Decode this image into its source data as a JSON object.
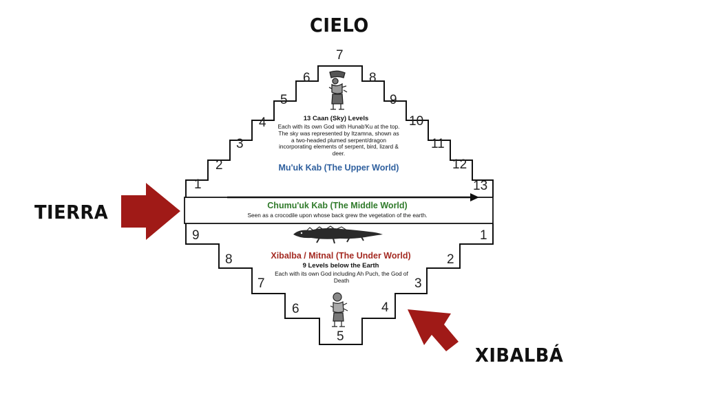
{
  "labels": {
    "cielo": "CIELO",
    "tierra": "TIERRA",
    "xibalba": "XIBALBÁ"
  },
  "sky": {
    "levels": [
      "1",
      "2",
      "3",
      "4",
      "5",
      "6",
      "7",
      "8",
      "9",
      "10",
      "11",
      "12",
      "13"
    ],
    "title": "13 Caan (Sky) Levels",
    "description": "Each with its own God with Hunab'Ku at the top. The sky was represented by Itzamna, shown as a two-headed plumed serpent/dragon incorporating elements of serpent, bird, lizard & deer.",
    "world_name": "Mu'uk Kab (The Upper World)"
  },
  "middle": {
    "world_name": "Chumu'uk Kab (The Middle World)",
    "description": "Seen as a crocodile upon whose back grew the vegetation of the earth."
  },
  "under": {
    "levels": [
      "1",
      "2",
      "3",
      "4",
      "5",
      "6",
      "7",
      "8",
      "9"
    ],
    "world_name": "Xibalba / Mitnal (The Under World)",
    "title": "9 Levels below the Earth",
    "description": "Each with its own God including Ah Puch, the God of Death"
  },
  "colors": {
    "upper_world": "#2e5f9e",
    "middle_world": "#2f7a2a",
    "under_world": "#a42a22",
    "arrow": "#a01a17"
  },
  "icons": {
    "sky_god": "sky-god-glyph-icon",
    "crocodile": "crocodile-icon",
    "death_god": "death-god-glyph-icon"
  }
}
